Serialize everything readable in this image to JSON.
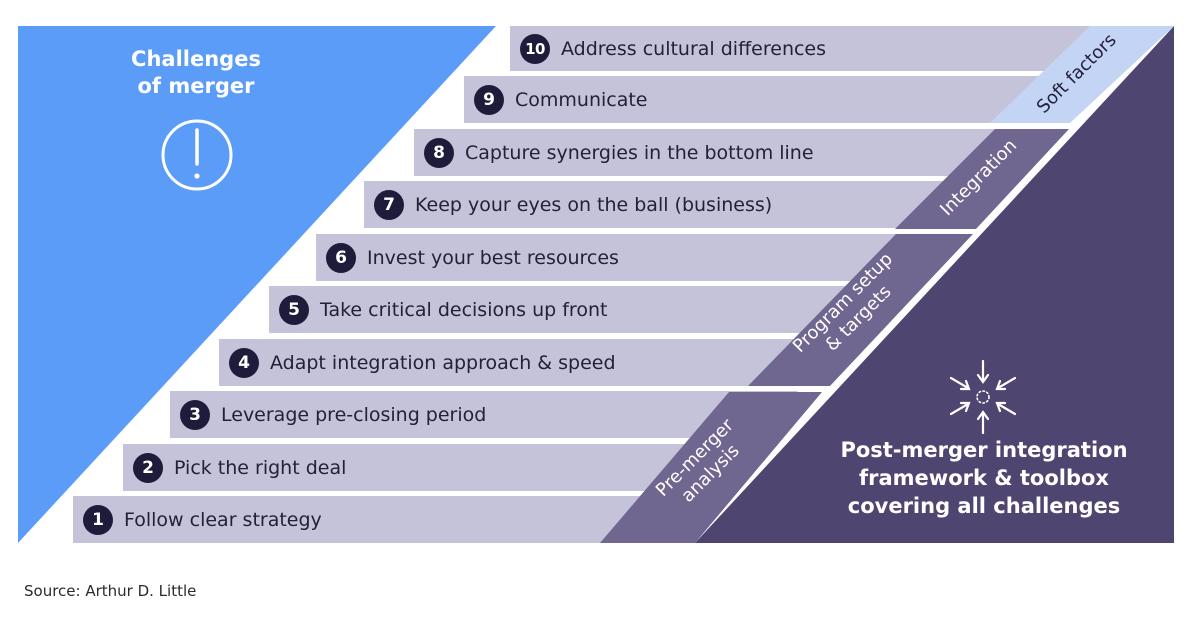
{
  "challenges": {
    "title_line1": "Challenges",
    "title_line2": "of merger",
    "icon": "exclamation-circle-icon",
    "color": "#5b9cf8"
  },
  "steps": [
    {
      "number": "1",
      "label": "Follow clear strategy"
    },
    {
      "number": "2",
      "label": "Pick the right deal"
    },
    {
      "number": "3",
      "label": "Leverage pre-closing period"
    },
    {
      "number": "4",
      "label": "Adapt integration approach & speed"
    },
    {
      "number": "5",
      "label": "Take critical decisions up front"
    },
    {
      "number": "6",
      "label": "Invest your best resources"
    },
    {
      "number": "7",
      "label": "Keep your eyes on the ball (business)"
    },
    {
      "number": "8",
      "label": "Capture synergies in the bottom line"
    },
    {
      "number": "9",
      "label": "Communicate"
    },
    {
      "number": "10",
      "label": "Address cultural differences"
    }
  ],
  "phases": [
    {
      "line1": "Pre-merger",
      "line2": "analysis",
      "color": "#6f6790"
    },
    {
      "line1": "Program setup",
      "line2": "& targets",
      "color": "#6f6790"
    },
    {
      "line1": "Integration",
      "line2": "",
      "color": "#6f6790"
    },
    {
      "line1": "Soft factors",
      "line2": "",
      "color": "#c3d4f5"
    }
  ],
  "framework": {
    "title_line1": "Post-merger integration",
    "title_line2": "framework & toolbox",
    "title_line3": "covering all challenges",
    "icon": "converging-arrows-icon",
    "color": "#4e4571"
  },
  "colors": {
    "step_bar": "#c5c3da",
    "number_circle": "#1f1b3a",
    "text_dark": "#24203b"
  },
  "source": "Source: Arthur D. Little"
}
